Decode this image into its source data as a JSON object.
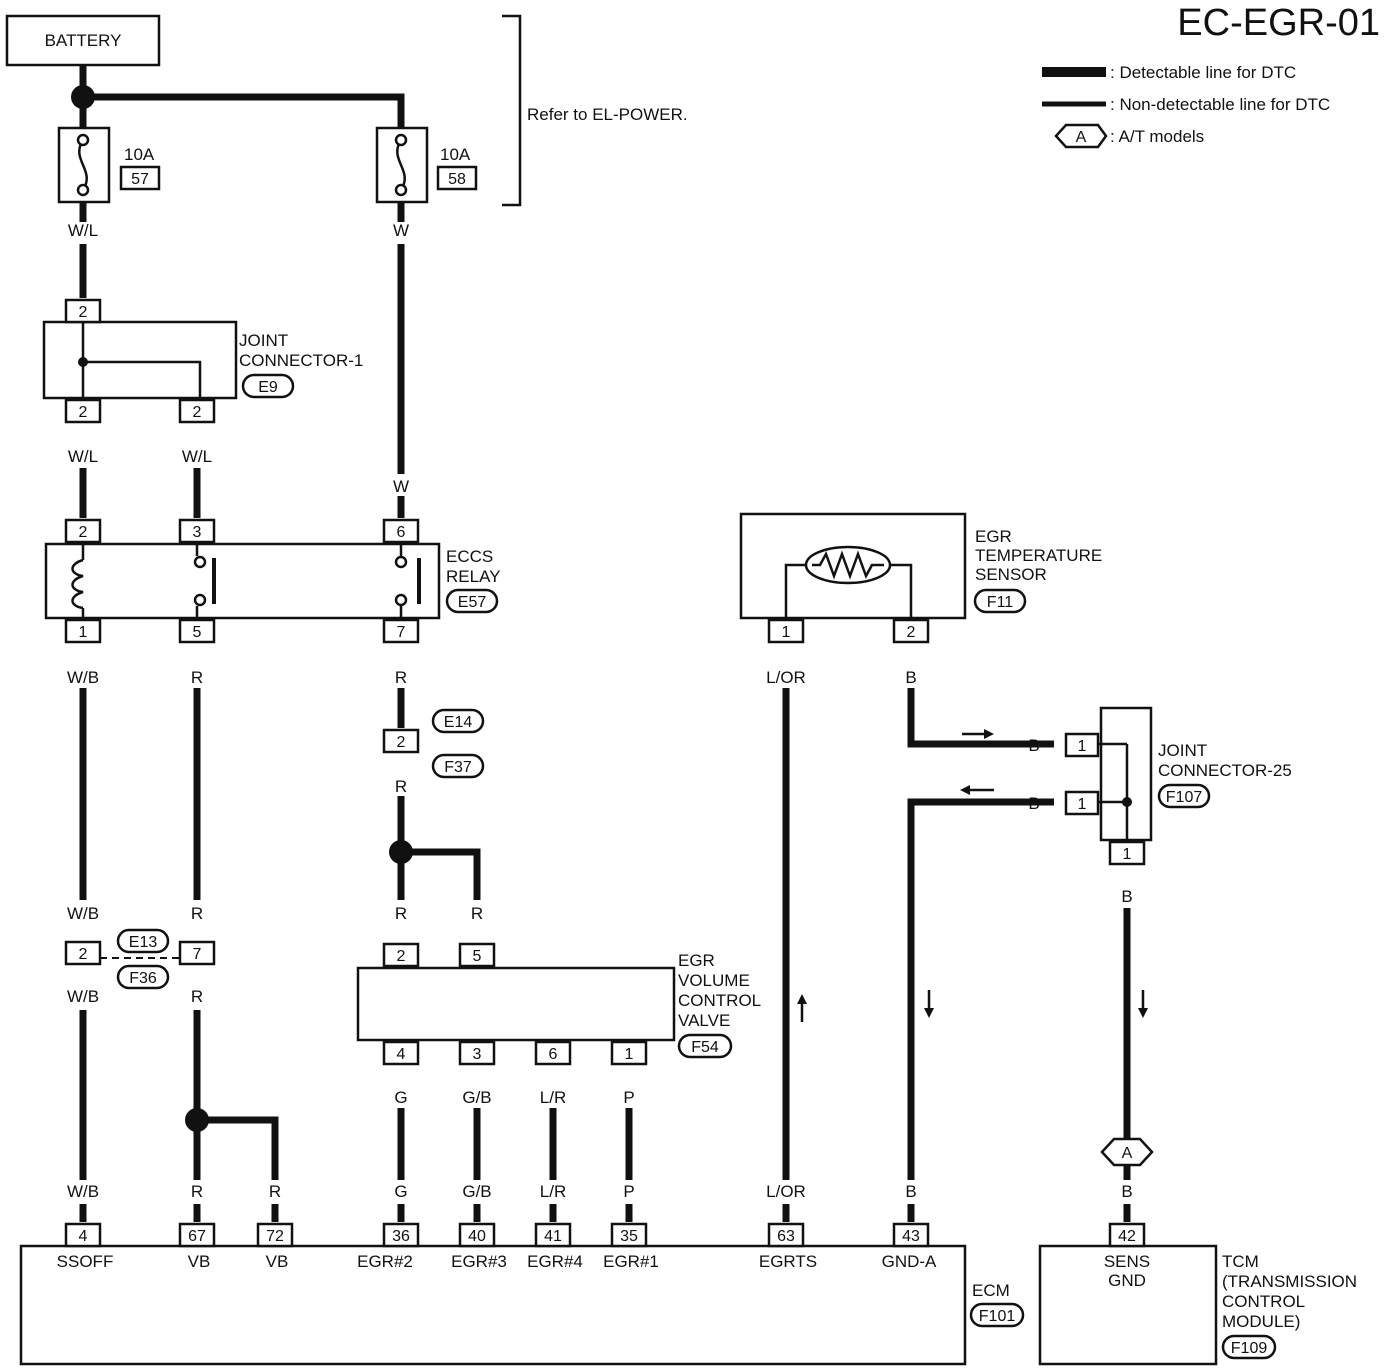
{
  "page_code": "EC-EGR-01",
  "note_refer": "Refer to EL-POWER.",
  "legend": {
    "detectable": ": Detectable line for DTC",
    "non_detectable": ": Non-detectable line for DTC",
    "at_symbol": "A",
    "at_models": ": A/T models"
  },
  "components": {
    "battery": "BATTERY",
    "fuse57_rating": "10A",
    "fuse57_no": "57",
    "fuse58_rating": "10A",
    "fuse58_no": "58",
    "jc1_l1": "JOINT",
    "jc1_l2": "CONNECTOR-1",
    "jc1_code": "E9",
    "relay_l1": "ECCS",
    "relay_l2": "RELAY",
    "relay_code": "E57",
    "egrts_l1": "EGR",
    "egrts_l2": "TEMPERATURE",
    "egrts_l3": "SENSOR",
    "egrts_code": "F11",
    "jc25_l1": "JOINT",
    "jc25_l2": "CONNECTOR-25",
    "jc25_code": "F107",
    "valve_l1": "EGR",
    "valve_l2": "VOLUME",
    "valve_l3": "CONTROL",
    "valve_l4": "VALVE",
    "valve_code": "F54",
    "ecm_label": "ECM",
    "ecm_code": "F101",
    "tcm_l1": "TCM",
    "tcm_l2": "(TRANSMISSION",
    "tcm_l3": "CONTROL",
    "tcm_l4": "MODULE)",
    "tcm_code": "F109",
    "conn_e14": "E14",
    "conn_f37": "F37",
    "conn_e13": "E13",
    "conn_f36": "F36"
  },
  "wires": {
    "w_wl": "W/L",
    "w_w": "W",
    "w_wb": "W/B",
    "w_r": "R",
    "w_lor": "L/OR",
    "w_b": "B",
    "w_g": "G",
    "w_gb": "G/B",
    "w_lr": "L/R",
    "w_p": "P"
  },
  "pins": {
    "p1": "1",
    "p2": "2",
    "p3": "3",
    "p4": "4",
    "p5": "5",
    "p6": "6",
    "p7": "7",
    "p35": "35",
    "p36": "36",
    "p40": "40",
    "p41": "41",
    "p42": "42",
    "p43": "43",
    "p63": "63",
    "p67": "67",
    "p72": "72"
  },
  "terminals": {
    "ssoff": "SSOFF",
    "vb": "VB",
    "egr2": "EGR#2",
    "egr3": "EGR#3",
    "egr4": "EGR#4",
    "egr1": "EGR#1",
    "egrts": "EGRTS",
    "gnda": "GND-A",
    "sens": "SENS",
    "gnd": "GND"
  }
}
